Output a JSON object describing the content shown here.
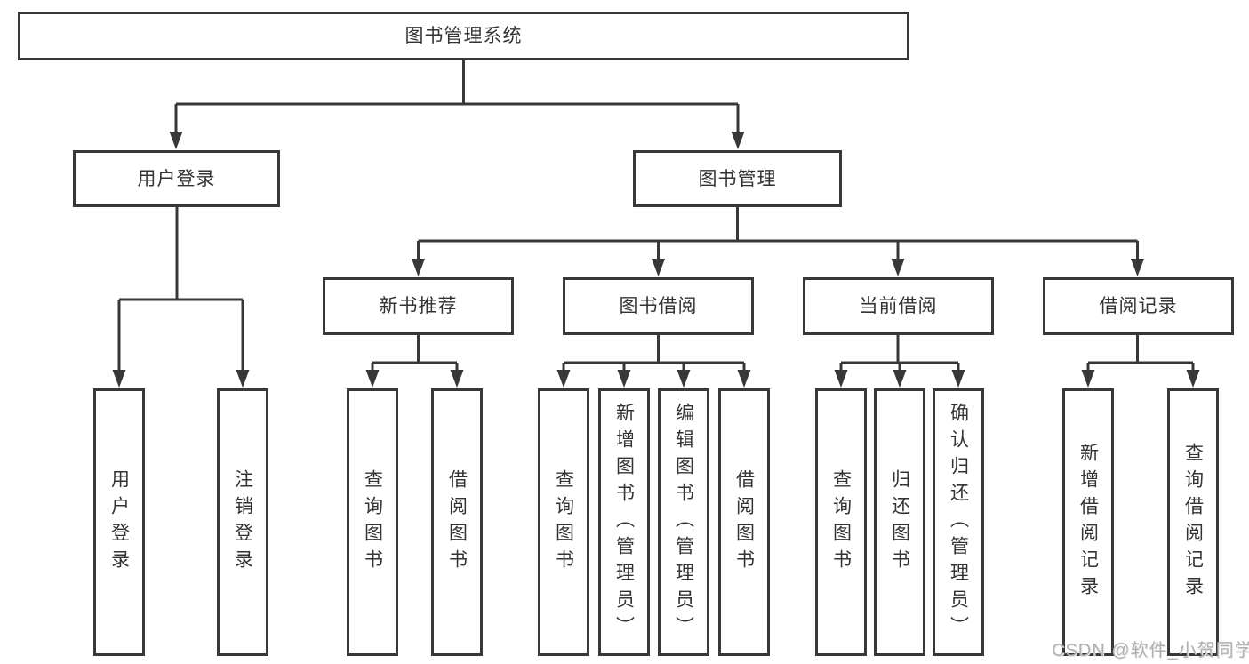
{
  "tree": {
    "root": {
      "label": "图书管理系统"
    },
    "branches": [
      {
        "label": "用户登录",
        "children": [
          "用户登录",
          "注销登录"
        ]
      },
      {
        "label": "图书管理",
        "sections": [
          {
            "label": "新书推荐",
            "children": [
              "查询图书",
              "借阅图书"
            ]
          },
          {
            "label": "图书借阅",
            "children": [
              "查询图书",
              "新增图书（管理员）",
              "编辑图书（管理员）",
              "借阅图书"
            ]
          },
          {
            "label": "当前借阅",
            "children": [
              "查询图书",
              "归还图书",
              "确认归还（管理员）"
            ]
          },
          {
            "label": "借阅记录",
            "children": [
              "新增借阅记录",
              "查询借阅记录"
            ]
          }
        ]
      }
    ]
  },
  "watermark": {
    "label": "CSDN @软件_小贺同学"
  },
  "colors": {
    "line": "#383838",
    "box_border": "#383838",
    "text": "#333333",
    "background": "#ffffff",
    "watermark": "#b0b0b0"
  }
}
